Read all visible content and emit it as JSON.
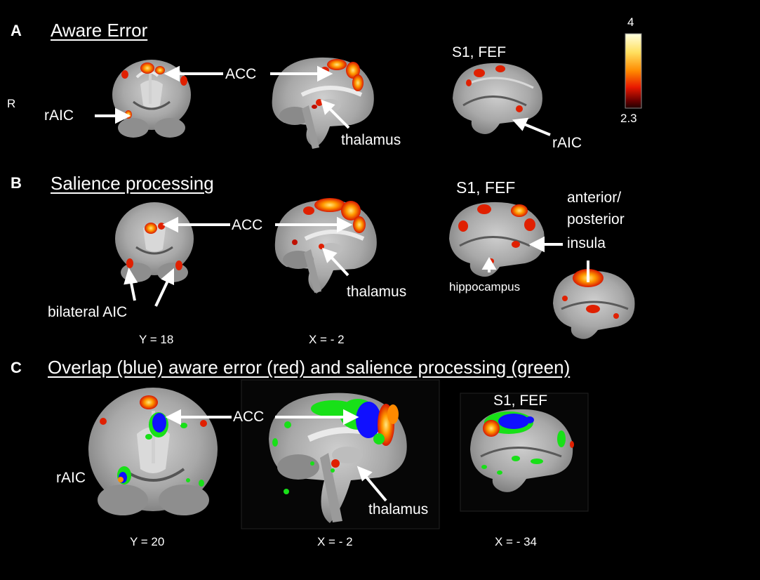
{
  "panels": {
    "a": {
      "letter": "A",
      "title": "Aware Error",
      "orientation_label": "R",
      "labels": {
        "acc": "ACC",
        "raic": "rAIC",
        "thalamus": "thalamus",
        "s1_fef": "S1, FEF",
        "raic_sagittal": "rAIC"
      },
      "colorbar": {
        "max_label": "4",
        "min_label": "2.3",
        "colors": [
          "#ffffe0",
          "#ffe060",
          "#ff8a00",
          "#e81800",
          "#6a0000",
          "#200000"
        ]
      }
    },
    "b": {
      "letter": "B",
      "title": "Salience processing",
      "labels": {
        "acc": "ACC",
        "bilateral_aic": "bilateral AIC",
        "thalamus": "thalamus",
        "s1_fef": "S1, FEF",
        "insula_line1": "anterior/",
        "insula_line2": "posterior",
        "insula_line3": "insula",
        "hippocampus": "hippocampus"
      },
      "coordinates": {
        "coronal": "Y = 18",
        "sagittal": "X = - 2"
      }
    },
    "c": {
      "letter": "C",
      "title": "Overlap (blue) aware error (red) and salience processing (green)",
      "labels": {
        "acc": "ACC",
        "raic": "rAIC",
        "thalamus": "thalamus",
        "s1_fef": "S1, FEF"
      },
      "coordinates": {
        "coronal": "Y = 20",
        "sagittal_medial": "X = - 2",
        "sagittal_lateral": "X = - 34"
      },
      "overlay_colors": {
        "overlap": "#1010ff",
        "aware_error": "#e02000",
        "salience": "#18e018"
      }
    }
  }
}
